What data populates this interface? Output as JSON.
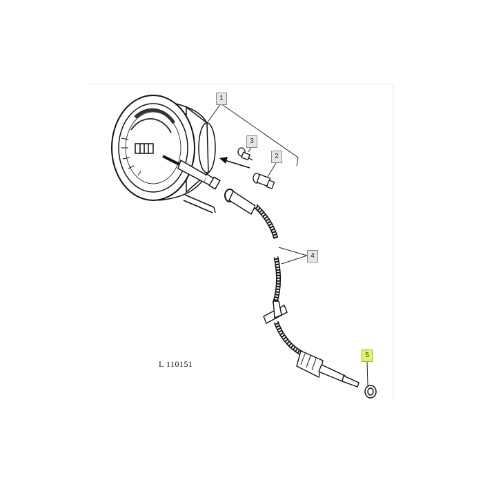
{
  "diagram": {
    "reference_code": "L 110151",
    "callouts": [
      {
        "label": "1",
        "highlighted": false
      },
      {
        "label": "2",
        "highlighted": false
      },
      {
        "label": "3",
        "highlighted": false
      },
      {
        "label": "4",
        "highlighted": false
      },
      {
        "label": "5",
        "highlighted": true
      }
    ],
    "highlight_color": "#e3f266"
  }
}
